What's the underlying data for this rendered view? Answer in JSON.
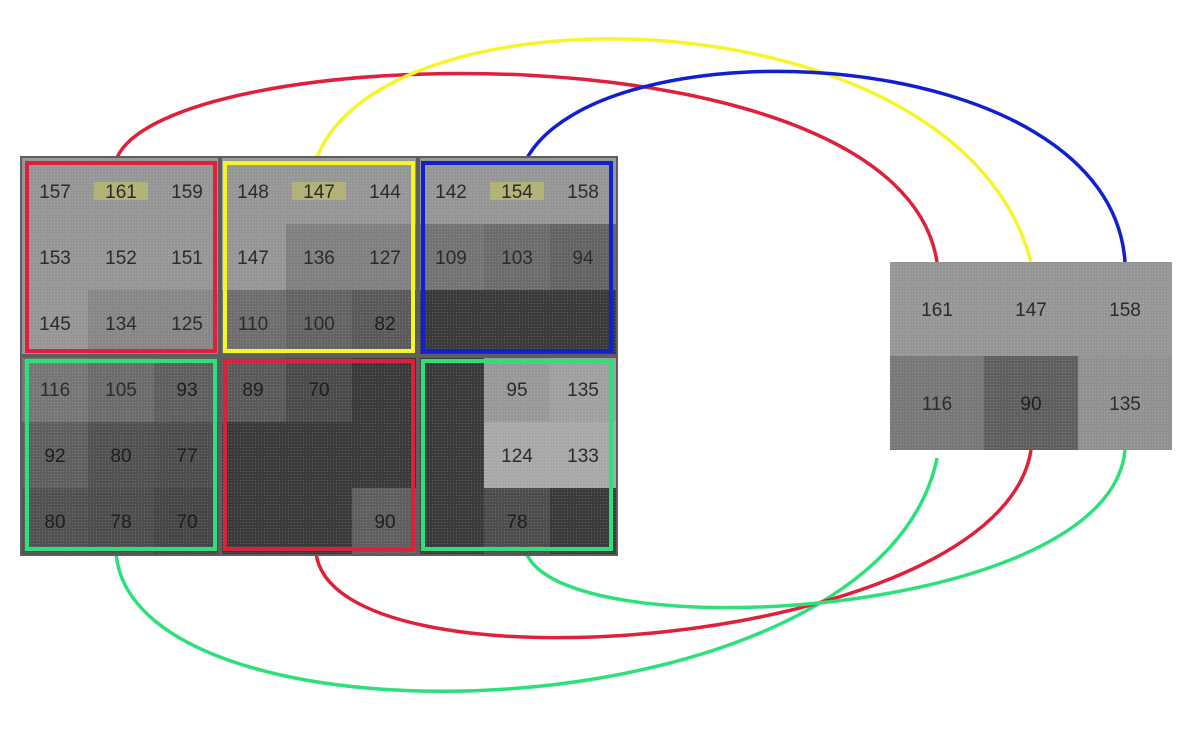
{
  "colors": {
    "red": "#e0203a",
    "yellow": "#f5f52a",
    "blue": "#1020d0",
    "green": "#2ee07a",
    "background": "#ffffff"
  },
  "input_grid": {
    "rows": [
      [
        "157",
        "161",
        "159",
        "148",
        "147",
        "144",
        "142",
        "154",
        "158"
      ],
      [
        "153",
        "152",
        "151",
        "147",
        "136",
        "127",
        "109",
        "103",
        "94"
      ],
      [
        "145",
        "134",
        "125",
        "110",
        "100",
        "82",
        "",
        "",
        ""
      ],
      [
        "116",
        "105",
        "93",
        "89",
        "70",
        "",
        "",
        "95",
        "135"
      ],
      [
        "92",
        "80",
        "77",
        "",
        "",
        "",
        "",
        "124",
        "133"
      ],
      [
        "80",
        "78",
        "70",
        "",
        "",
        "90",
        "",
        "78",
        ""
      ]
    ],
    "shades": [
      [
        150,
        150,
        150,
        150,
        150,
        150,
        150,
        150,
        150
      ],
      [
        150,
        150,
        150,
        150,
        128,
        128,
        115,
        108,
        100
      ],
      [
        150,
        135,
        135,
        110,
        100,
        90,
        58,
        58,
        58
      ],
      [
        118,
        108,
        95,
        90,
        75,
        58,
        58,
        152,
        160
      ],
      [
        95,
        82,
        78,
        58,
        58,
        58,
        58,
        168,
        168
      ],
      [
        82,
        78,
        70,
        58,
        58,
        95,
        58,
        78,
        58
      ]
    ],
    "highlight_cells": [
      [
        0,
        1
      ],
      [
        0,
        4
      ],
      [
        0,
        7
      ]
    ]
  },
  "pooling_windows": [
    {
      "color_key": "red",
      "col": 0,
      "row": 0
    },
    {
      "color_key": "yellow",
      "col": 1,
      "row": 0
    },
    {
      "color_key": "blue",
      "col": 2,
      "row": 0
    },
    {
      "color_key": "green",
      "col": 0,
      "row": 1
    },
    {
      "color_key": "red",
      "col": 1,
      "row": 1
    },
    {
      "color_key": "green",
      "col": 2,
      "row": 1
    }
  ],
  "output_grid": {
    "rows": [
      [
        "161",
        "147",
        "158"
      ],
      [
        "116",
        "90",
        "135"
      ]
    ],
    "shades": [
      [
        150,
        150,
        150
      ],
      [
        120,
        95,
        145
      ]
    ]
  }
}
